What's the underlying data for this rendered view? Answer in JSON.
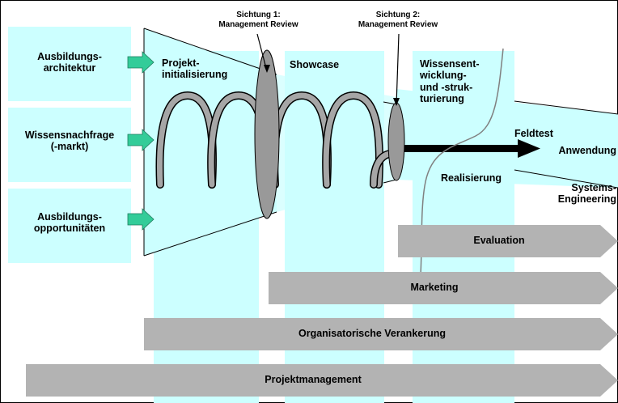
{
  "inputs": {
    "architecture": "Ausbildungs-\narchitektur",
    "demand": "Wissensnachfrage\n(-markt)",
    "opportunities": "Ausbildungs-\nopportunitäten"
  },
  "reviews": {
    "first": "Sichtung 1:\nManagement Review",
    "second": "Sichtung 2:\nManagement Review"
  },
  "phases": {
    "initialization": "Projekt-\ninitialisierung",
    "showcase": "Showcase",
    "knowledge": "Wissensent-\nwicklung-\nund -struk-\nturierung",
    "realization": "Realisierung"
  },
  "outcomes": {
    "fieldtest": "Feldtest",
    "application": "Anwendung",
    "systems": "Systems-\nEngineering"
  },
  "bars": {
    "evaluation": "Evaluation",
    "marketing": "Marketing",
    "anchoring": "Organisatorische Verankerung",
    "management": "Projektmanagement"
  },
  "colors": {
    "panel": "#ccffff",
    "bar": "#b3b3b3",
    "coil": "#8c8c8c",
    "arrow_green": "#33cc99"
  }
}
